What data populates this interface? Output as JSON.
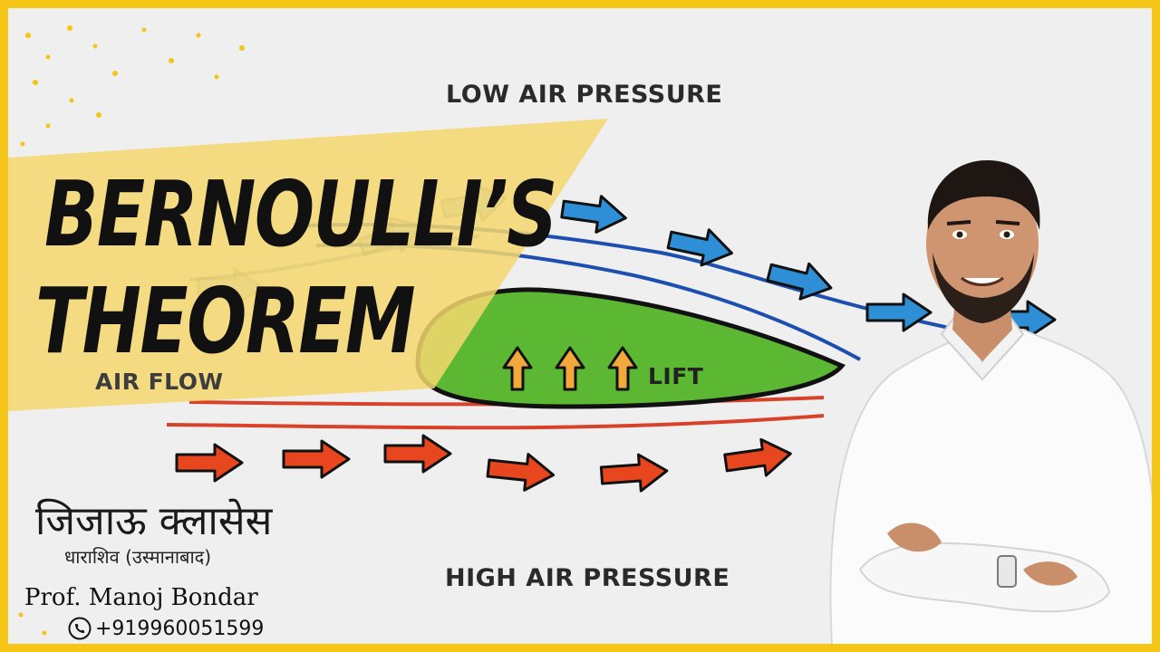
{
  "title": {
    "line1": "BERNOULLI’S",
    "line2": "THEOREM"
  },
  "diagram": {
    "top_label": "LOW AIR PRESSURE",
    "bottom_label": "HIGH AIR PRESSURE",
    "flow_label": "AIR FLOW",
    "lift_label": "LIFT"
  },
  "branding": {
    "institute": "जिजाऊ क्लासेस",
    "city": "धाराशिव (उस्मानाबाद)",
    "professor": "Prof. Manoj Bondar",
    "phone": "+919960051599"
  },
  "colors": {
    "border": "#f5c518",
    "banner": "#f5d76e",
    "airfoil": "#5cb833",
    "top_arrows": "#2e8fd6",
    "bottom_arrows": "#e8461f",
    "lift_arrows": "#f2a93b"
  },
  "icons": [
    "phone-icon",
    "lift-arrow-icon",
    "flow-arrow-icon"
  ]
}
